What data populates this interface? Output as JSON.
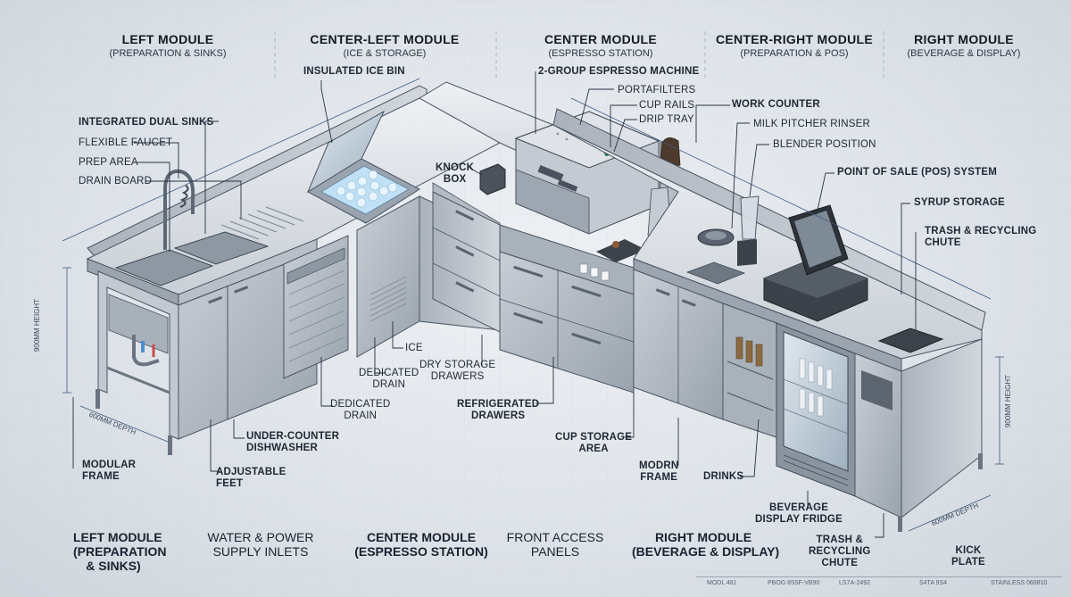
{
  "headers": [
    {
      "title": "LEFT MODULE",
      "sub": "(PREPARATION & SINKS)"
    },
    {
      "title": "CENTER-LEFT MODULE",
      "sub": "(ICE & STORAGE)"
    },
    {
      "title": "CENTER MODULE",
      "sub": "(ESPRESSO STATION)"
    },
    {
      "title": "CENTER-RIGHT MODULE",
      "sub": "(PREPARATION & POS)"
    },
    {
      "title": "RIGHT MODULE",
      "sub": "(BEVERAGE & DISPLAY)"
    }
  ],
  "labels": {
    "insulated_ice_bin": "INSULATED ICE BIN",
    "espresso_machine": "2-GROUP ESPRESSO MACHINE",
    "portafilters": "PORTAFILTERS",
    "cup_rails": "CUP RAILS",
    "drip_tray": "DRIP TRAY",
    "work_counter": "WORK COUNTER",
    "milk_pitcher_rinser": "MILK PITCHER RINSER",
    "blender_position": "BLENDER POSITION",
    "pos_system": "POINT OF SALE (POS) SYSTEM",
    "syrup_storage": "SYRUP STORAGE",
    "trash_chute_top": "TRASH & RECYCLING\nCHUTE",
    "integrated_dual_sinks": "INTEGRATED DUAL SINKS",
    "flexible_faucet": "FLEXIBLE FAUCET",
    "prep_area": "PREP AREA",
    "drain_board": "DRAIN BOARD",
    "knock_box": "KNOCK\nBOX",
    "ice": "ICE",
    "dedicated_drain_1": "DEDICATED\nDRAIN",
    "dedicated_drain_2": "DEDICATED\nDRAIN",
    "dry_storage_drawers": "DRY STORAGE\nDRAWERS",
    "refrigerated_drawers": "REFRIGERATED\nDRAWERS",
    "under_counter_dishwasher": "UNDER-COUNTER\nDISHWASHER",
    "modular_frame": "MODULAR\nFRAME",
    "adjustable_feet": "ADJUSTABLE\nFEET",
    "cup_storage_area": "CUP STORAGE\nAREA",
    "modrn_frame": "MODRN\nFRAME",
    "drinks": "DRINKS",
    "beverage_display_fridge": "BEVERAGE\nDISPLAY FRIDGE",
    "trash_chute_bottom": "TRASH &\nRECYCLING\nCHUTE",
    "kick_plate": "KICK\nPLATE"
  },
  "dimensions": {
    "height_left": "900mm HEIGHT",
    "depth_left": "600mm DEPTH",
    "height_right": "900mm HEIGHT",
    "depth_right": "600mm DEPTH"
  },
  "footer": {
    "left_module": "LEFT MODULE\n(PREPARATION\n& SINKS)",
    "water_power": "WATER & POWER\nSUPPLY INLETS",
    "center_module": "CENTER MODULE\n(ESPRESSO STATION)",
    "front_access": "FRONT ACCESS\nPANELS",
    "right_module": "RIGHT MODULE\n(BEVERAGE & DISPLAY)"
  },
  "title_block": [
    "MODL 481",
    "PBOG 85SF-VB90",
    "LS7A-2492",
    "S4TA 9S4",
    "STAINLESS 060810"
  ],
  "colors": {
    "steel_light": "#d9dee4",
    "steel_mid": "#b3bac3",
    "steel_dark": "#7d8793",
    "outline": "#4a5461",
    "leader": "#263140",
    "dim_line": "#3d5a80",
    "ice_blue": "#bfe0f5"
  }
}
